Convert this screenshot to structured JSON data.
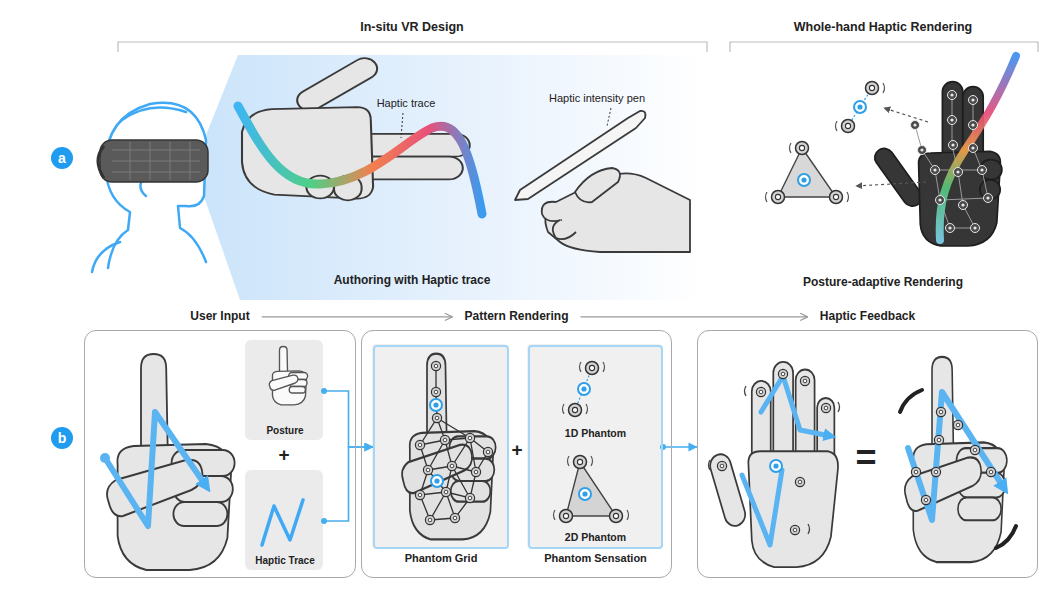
{
  "diagram": {
    "nodes": [
      {
        "text": [
          "a"
        ]
      },
      {
        "text": [
          "b"
        ]
      },
      {
        "text": [
          "User Input"
        ]
      },
      {
        "text": [
          "Posture"
        ],
        "in": 2
      },
      {
        "text": [
          "Haptic Trace"
        ],
        "in": 2
      },
      {
        "text": [
          "Pattern Rendering"
        ]
      },
      {
        "text": [
          "Phantom Grid"
        ],
        "in": 5
      },
      {
        "text": [
          "1D Phantom",
          "2D Phantom",
          "Phantom Sensation"
        ],
        "in": 5
      },
      {
        "text": [
          "Haptic Feedback"
        ]
      }
    ],
    "edges": [
      {
        "from": 2,
        "to": 5,
        "arrow": "to"
      },
      {
        "from": 5,
        "to": 8,
        "arrow": "to"
      },
      {
        "from": 3,
        "to": 6,
        "arrow": "to"
      },
      {
        "from": 4,
        "to": 6,
        "arrow": "to"
      },
      {
        "from": 7,
        "to": 8,
        "arrow": "to"
      }
    ],
    "labels": [
      "In-situ VR Design",
      "Whole-hand Haptic Rendering",
      "Haptic trace",
      "Haptic intensity pen",
      "Authoring with Haptic trace",
      "Posture-adaptive Rendering",
      "+",
      "+",
      "="
    ]
  }
}
